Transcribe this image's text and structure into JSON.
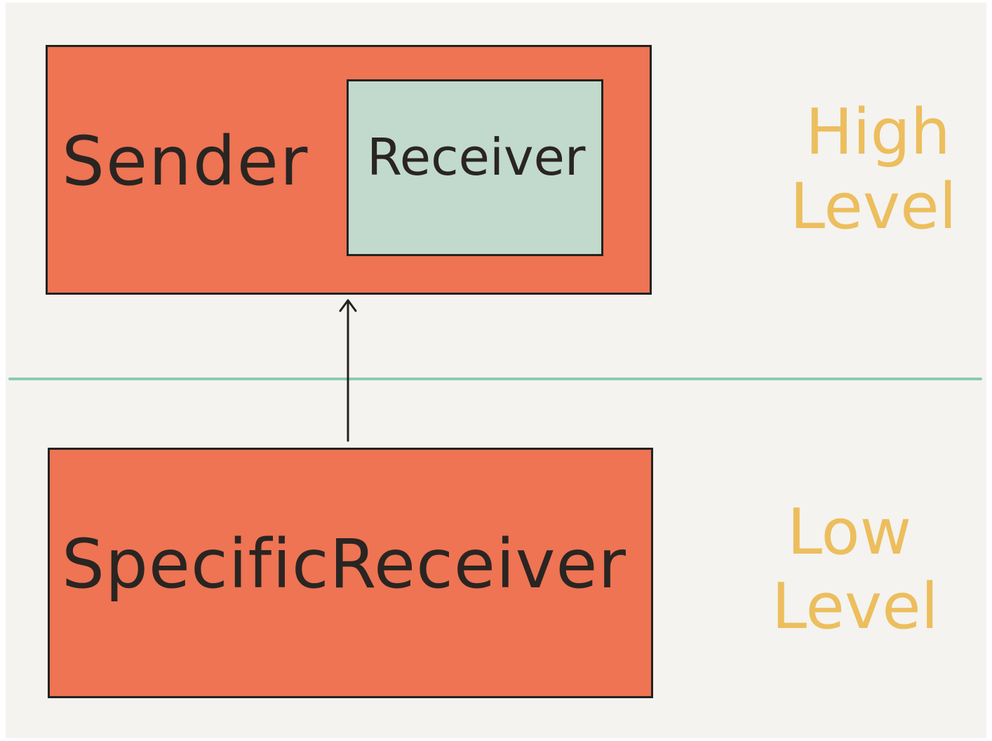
{
  "diagram": {
    "boxes": {
      "sender": "Sender",
      "receiver": "Receiver",
      "specific_receiver": "SpecificReceiver"
    },
    "levels": {
      "high": [
        "High",
        "Level"
      ],
      "low": [
        "Low",
        "Level"
      ]
    }
  },
  "colors": {
    "background": "#f4f3ef",
    "box_fill": "#ee7453",
    "receiver_fill": "#c1dacd",
    "outline": "#222222",
    "divider": "#8ccab4",
    "level_text": "#ecbe5e"
  }
}
